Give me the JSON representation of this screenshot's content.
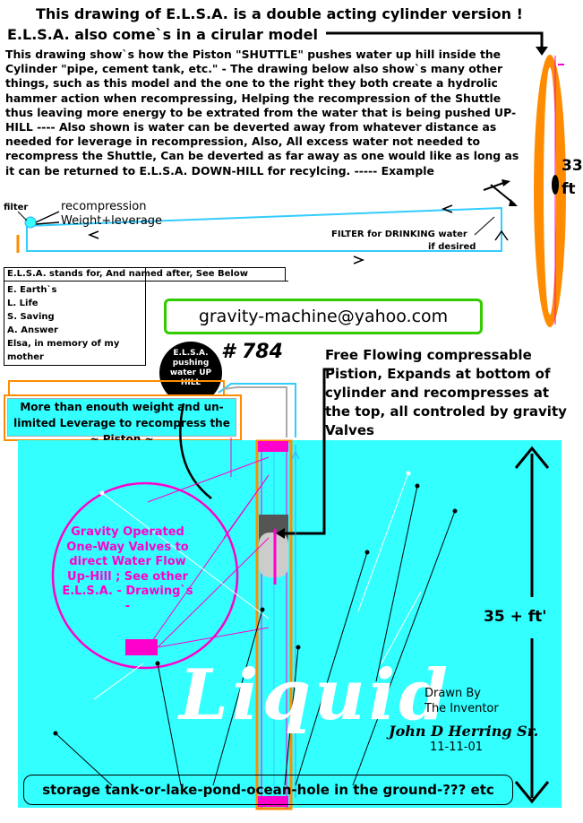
{
  "header": {
    "title": "This drawing of E.L.S.A. is a double acting cylinder version !",
    "subtitle": "E.L.S.A. also come`s in a cirular model",
    "description": "This drawing show`s how the Piston \"SHUTTLE\" pushes water up hill inside the Cylinder \"pipe, cement tank, etc.\" - The drawing below also show`s many other things, such as this model and the one to the right they both create a hydrolic hammer action when recompressing, Helping the recompression of the Shuttle thus leaving more energy to be extrated from the water that is being pushed UP-HILL ---- Also shown is water can be deverted away from whatever distance as needed for leverage in recompression, Also, All excess water not needed to recompress the Shuttle, Can be deverted as far away as one would like as long as it can be returned to E.L.S.A. DOWN-HILL for recylcing. ----- Example"
  },
  "example": {
    "filter_label": "filter",
    "recompression_line1": "recompression",
    "recompression_line2": "Weight+leverage",
    "filter_drinking_line1": "FILTER for DRINKING water",
    "filter_drinking_line2": "if desired"
  },
  "height_right": {
    "value": "33",
    "unit": "ft"
  },
  "elsa_meaning": {
    "heading": "E.L.S.A. stands for,    And named after, See Below",
    "lines": [
      "E. Earth`s",
      "L. Life",
      "S. Saving",
      "A. Answer",
      "Elsa, in memory of my mother"
    ]
  },
  "email": "gravity-machine@yahoo.com",
  "pushing_label": "E.L.S.A. pushing water UP HILL",
  "drawing_number": "# 784",
  "piston_note": "Free Flowing compressable Pistion, Expands at bottom of cylinder and recompresses at the top, all controled by gravity Valves",
  "weight_note": "More than enouth weight and un-limited Leverage to recompress the ~ Piston ~",
  "valve_note": "Gravity Operated One-Way Valves to direct Water Flow Up-Hill ; See other E.L.S.A. - Drawing`s -",
  "height_main": "35 + ft'",
  "liquid_label": "Liquid",
  "credits": {
    "line1": "Drawn By",
    "line2": "The Inventor",
    "signature": "John D Herring Sr.",
    "date": "11-11-01"
  },
  "storage_label": "storage tank-or-lake-pond-ocean-hole in the ground-??? etc",
  "colors": {
    "water": "#33ffff",
    "pipe": "#ff8c00",
    "magenta": "#ff00cc",
    "email_border": "#33cc00"
  }
}
